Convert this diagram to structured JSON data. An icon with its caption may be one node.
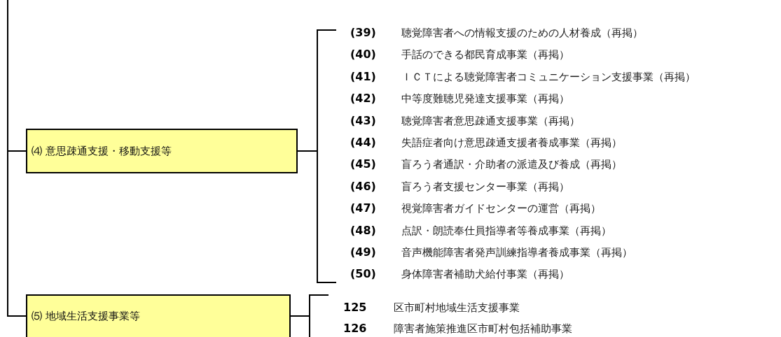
{
  "diagram": {
    "nodes": [
      {
        "text": [
          "⑷ 意思疎通支援・移動支援等"
        ]
      },
      {
        "text": [
          "(39)",
          "聴覚障害者への情報支援のための人材養成（再掲）",
          "(40)",
          "手話のできる都民育成事業（再掲）",
          "(41)",
          "ＩＣＴによる聴覚障害者コミュニケーション支援事業（再掲）",
          "(42)",
          "中等度難聴児発達支援事業（再掲）",
          "(43)",
          "聴覚障害者意思疎通支援事業（再掲）",
          "(44)",
          "失語症者向け意思疎通支援者養成事業（再掲）",
          "(45)",
          "盲ろう者通訳・介助者の派遣及び養成（再掲）",
          "(46)",
          "盲ろう者支援センター事業（再掲）",
          "(47)",
          "視覚障害者ガイドセンターの運営（再掲）",
          "(48)",
          "点訳・朗読奉仕員指導者等養成事業（再掲）",
          "(49)",
          "音声機能障害者発声訓練指導者養成事業（再掲）",
          "(50)",
          "身体障害者補助犬給付事業（再掲）"
        ]
      },
      {
        "text": [
          "⑸ 地域生活支援事業等"
        ]
      },
      {
        "text": [
          "125",
          "区市町村地域生活支援事業",
          "126",
          "障害者施策推進区市町村包括補助事業"
        ]
      }
    ],
    "edges": [
      {
        "from": null,
        "to": 0,
        "arrow": "none"
      },
      {
        "from": null,
        "to": 2,
        "arrow": "none"
      },
      {
        "from": 0,
        "to": 1,
        "arrow": "none"
      },
      {
        "from": 2,
        "to": 3,
        "arrow": "none"
      }
    ]
  }
}
